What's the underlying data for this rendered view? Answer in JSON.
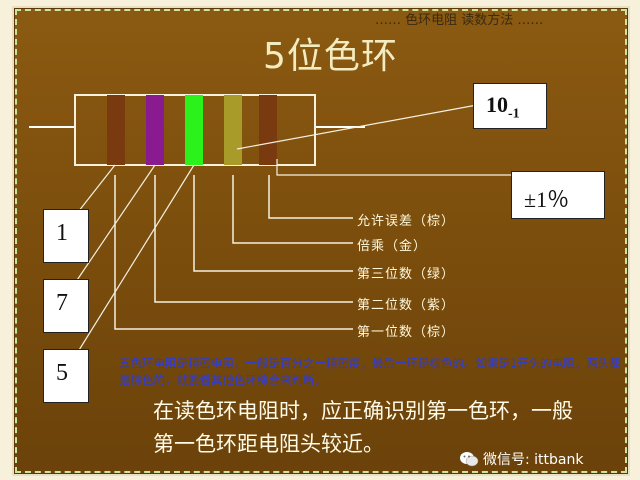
{
  "title": "5位色环",
  "top_header_fragment": "…… 色环电阻 读数方法 ……",
  "value_box": {
    "base": "10",
    "exponent": "-1"
  },
  "tolerance_box": "±1％",
  "digit_boxes": [
    "1",
    "7",
    "5"
  ],
  "band_labels": [
    "允许误差（棕）",
    "倍乘（金）",
    "第三位数（绿）",
    "第二位数（紫）",
    "第一位数（棕）"
  ],
  "note": "五色环电阻是精密电阻，一般是百分之一精密度，最后一环是棕色的。如果是1开头的电阻，两头都是棕色的，就要看其他色环综合来判断。",
  "main_text": "在读色环电阻时，应正确识别第一色环，一般第一色环距电阻头较近。",
  "watermark": "微信号: ittbank",
  "colors": {
    "background": "#7d4f0d",
    "band1_brown": "#7a3a10",
    "band2_purple": "#8a1a8f",
    "band3_green": "#2bf21a",
    "band4_gold": "#a89b2a",
    "band5_brown": "#7a3a10",
    "note_text": "#2d3bd6"
  }
}
